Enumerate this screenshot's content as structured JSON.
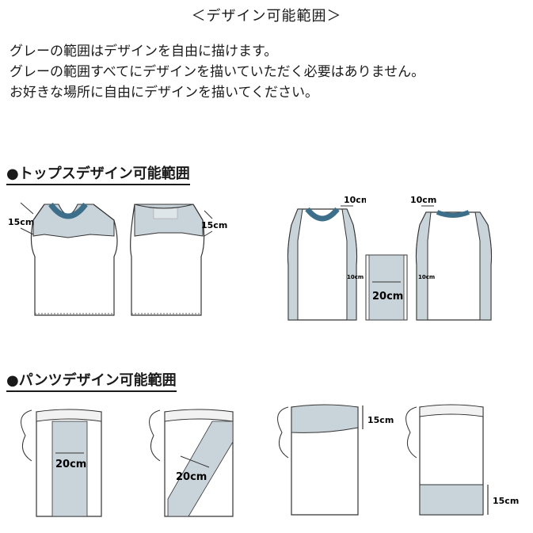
{
  "title": "＜デザイン可能範囲＞",
  "intro": {
    "lines": [
      "グレーの範囲はデザインを自由に描けます。",
      "グレーの範囲すべてにデザインを描いていただく必要はありません。",
      "お好きな場所に自由にデザインを描いてください。"
    ]
  },
  "tops": {
    "heading": "●トップスデザイン可能範囲",
    "front_shoulder_dim": "15cm",
    "back_shoulder_dim": "15cm",
    "side_front_dim": "10cm",
    "side_back_dim": "10cm",
    "side_small_left": "10cm",
    "side_small_right": "10cm",
    "panel_dim": "20cm"
  },
  "pants": {
    "heading": "●パンツデザイン可能範囲",
    "vertical_stripe_dim": "20cm",
    "diagonal_stripe_dim": "20cm",
    "waist_band_dim": "15cm",
    "hem_band_dim": "15cm"
  },
  "colors": {
    "gray_area": "#c9d3da",
    "neck_trim": "#3d6f8a",
    "outline": "#333333"
  }
}
